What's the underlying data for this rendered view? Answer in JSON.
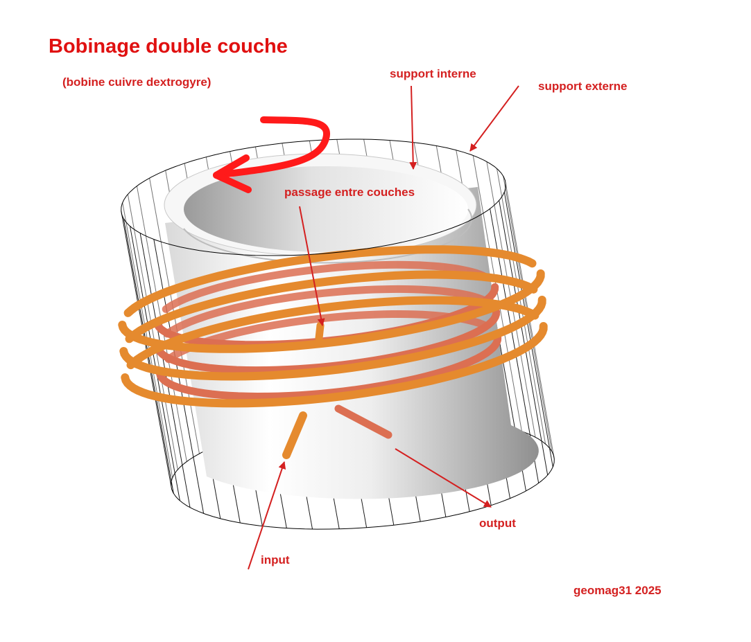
{
  "title": "Bobinage double couche",
  "subtitle": "(bobine cuivre dextrogyre)",
  "labels": {
    "support_interne": "support interne",
    "support_externe": "support externe",
    "passage": "passage entre couches",
    "input": "input",
    "output": "output"
  },
  "credit": "geomag31 2025",
  "colors": {
    "label_red": "#d42020",
    "title_red": "#e01010",
    "arrow_red": "#ff1a1a",
    "outer_wire": "#e58a2e",
    "inner_wire": "#dc6f52",
    "mesh_line": "#000000"
  },
  "icons": {
    "rotation": "curved-rotation-arrow-icon"
  }
}
